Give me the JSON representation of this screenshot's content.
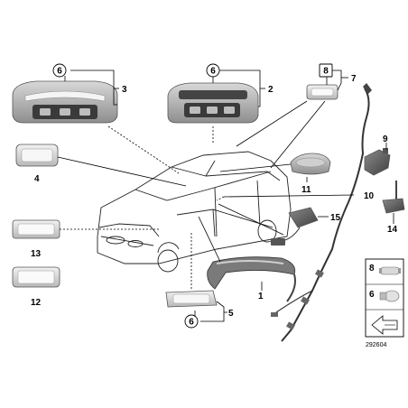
{
  "diagram_id": "292604",
  "callouts": {
    "c1": "1",
    "c2": "2",
    "c3": "3",
    "c4": "4",
    "c5": "5",
    "c6a": "6",
    "c6b": "6",
    "c6c": "6",
    "c7": "7",
    "c8": "8",
    "c9": "9",
    "c10": "10",
    "c11": "11",
    "c12": "12",
    "c13": "13",
    "c14": "14",
    "c15": "15"
  },
  "legend": {
    "bulb8": "8",
    "bulb6": "6"
  },
  "colors": {
    "part_light": "#e4e4e4",
    "part_dark": "#6a6a6a",
    "line": "#000000"
  }
}
